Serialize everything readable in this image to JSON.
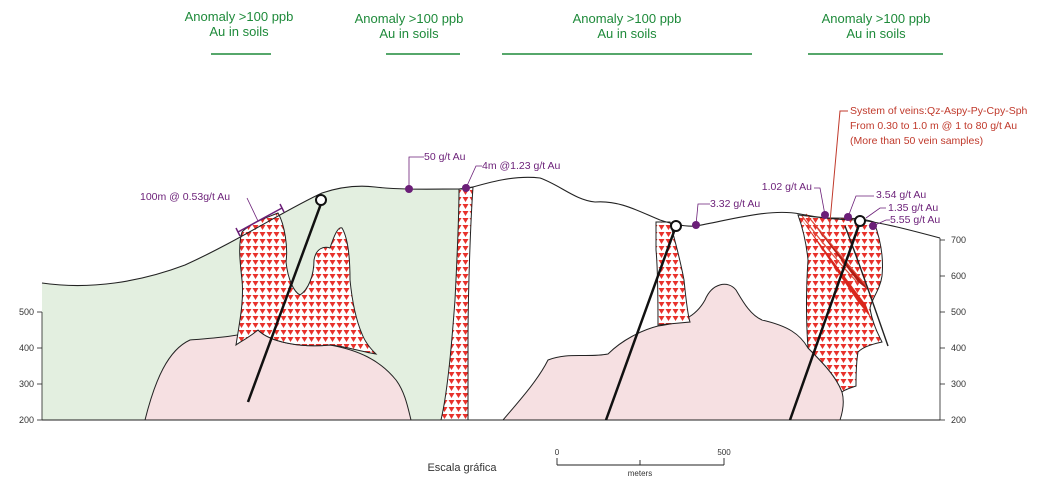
{
  "anomalies": [
    {
      "line1": "Anomaly >100 ppb",
      "line2": "Au in soils"
    },
    {
      "line1": "Anomaly >100 ppb",
      "line2": "Au in soils"
    },
    {
      "line1": "Anomaly >100 ppb",
      "line2": "Au in soils"
    },
    {
      "line1": "Anomaly >100 ppb",
      "line2": "Au in soils"
    }
  ],
  "samples": {
    "s1": "100m @ 0.53g/t Au",
    "s2": "50 g/t Au",
    "s3": "4m @1.23 g/t Au",
    "s4": "3.32 g/t Au",
    "s5": "1.02 g/t Au",
    "s6": "3.54 g/t Au",
    "s7": "1.35 g/t Au",
    "s8": "5.55 g/t Au"
  },
  "vein_system": {
    "line1": "System of veins:Qz-Aspy-Py-Cpy-Sph",
    "line2": "From 0.30 to 1.0 m @ 1 to 80 g/t Au",
    "line3": "(More than 50 vein samples)"
  },
  "elevation_left": [
    "500",
    "400",
    "300",
    "200"
  ],
  "elevation_right": [
    "700",
    "600",
    "500",
    "400",
    "300",
    "200"
  ],
  "scale": {
    "title": "Escala gráfica",
    "start": "0",
    "end": "500",
    "unit": "meters"
  },
  "colors": {
    "green_unit": "#e3efe0",
    "pink_intrusive": "#f6e0e2",
    "breccia": "#e8312b",
    "sample_dot": "#6b1f78",
    "anomaly_text": "#1e8a3a",
    "vein_text": "#c0392b"
  }
}
